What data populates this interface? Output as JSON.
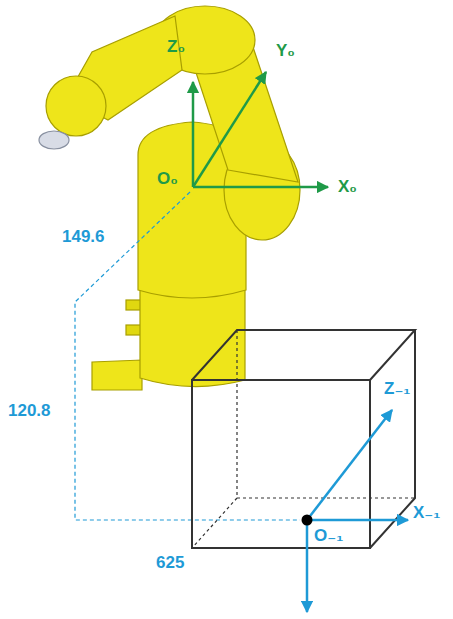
{
  "diagram": {
    "labels": [
      "Z₀",
      "Y₀",
      "O₀",
      "X₀",
      "149.6",
      "120.8",
      "Z₋₁",
      "625",
      "O₋₁",
      "X₋₁"
    ]
  }
}
